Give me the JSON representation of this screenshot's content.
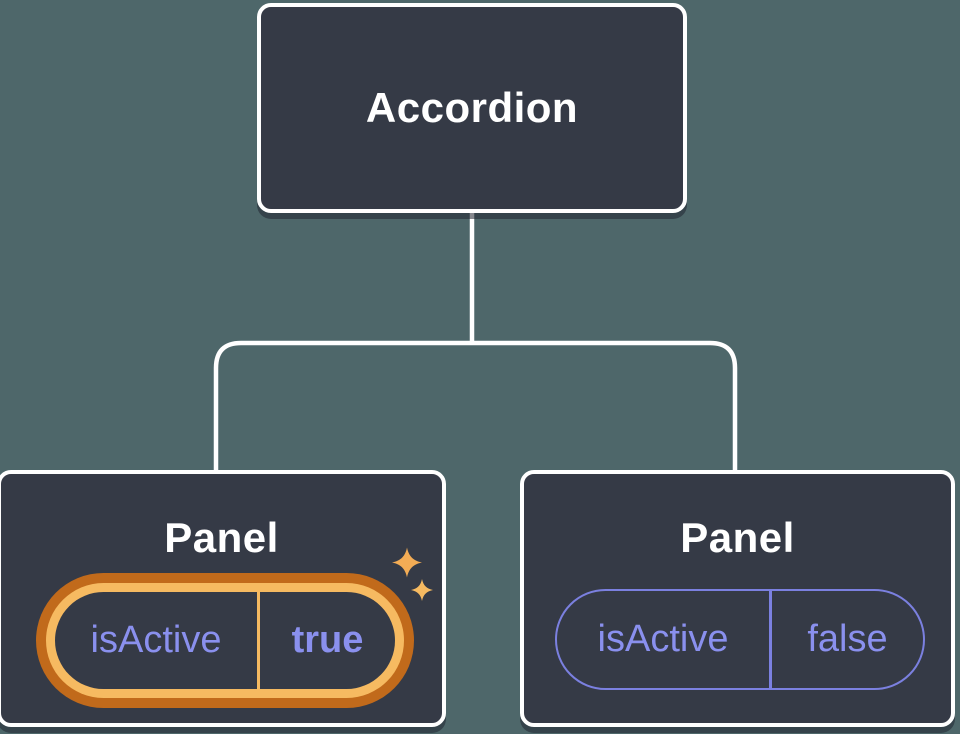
{
  "diagram": {
    "description": "component tree showing state",
    "root": {
      "label": "Accordion"
    },
    "panels": [
      {
        "title": "Panel",
        "prop_name": "isActive",
        "prop_value": "true",
        "highlighted": true
      },
      {
        "title": "Panel",
        "prop_name": "isActive",
        "prop_value": "false",
        "highlighted": false
      }
    ]
  },
  "colors": {
    "background": "#4E676A",
    "node_fill": "#353A46",
    "node_border": "#FFFFFF",
    "connector": "#FFFFFF",
    "highlight_outer_orange": "#C16A1B",
    "highlight_inner_gold": "#F6BA61",
    "state_text_purple": "#8A90EE",
    "plain_pill_border_purple": "#7B80E0",
    "title_text": "#FFFFFF"
  },
  "icons": {
    "sparkles": "sparkles-icon"
  }
}
